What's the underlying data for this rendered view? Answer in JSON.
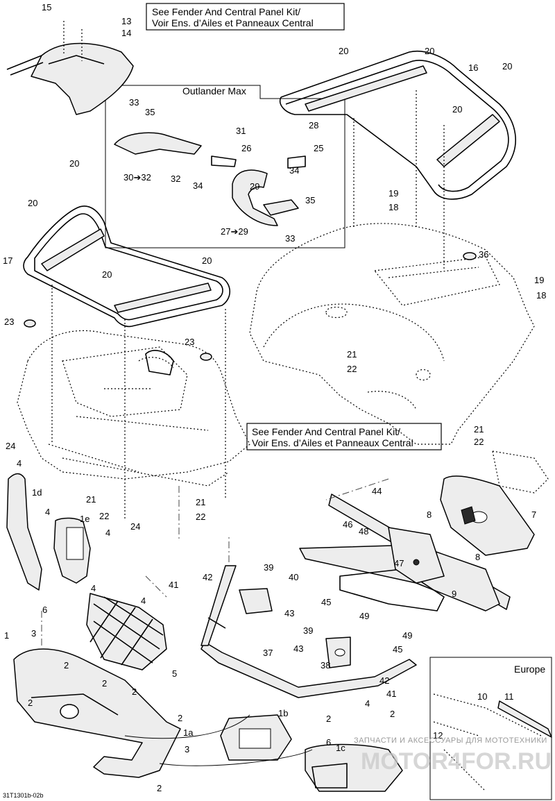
{
  "notes": {
    "top": [
      "See Fender And Central Panel Kit/",
      "Voir Ens. d’Ailes et Panneaux Central"
    ],
    "middle": [
      "See Fender And Central Panel Kit/",
      "Voir Ens. d’Ailes et Panneaux Central"
    ]
  },
  "insets": {
    "outlander_max": "Outlander Max",
    "europe": "Europe"
  },
  "watermark": {
    "line1": "ЗАПЧАСТИ И АКСЕССУАРЫ ДЛЯ МОТОТЕХНИКИ",
    "line2": "MOTOR4FOR.RU"
  },
  "drawing_code": "31T1301b-02b",
  "labels": [
    "15",
    "13",
    "14",
    "20",
    "20",
    "16",
    "20",
    "20",
    "33",
    "35",
    "31",
    "28",
    "26",
    "25",
    "30➔32",
    "32",
    "34",
    "34",
    "29",
    "35",
    "27➔29",
    "33",
    "20",
    "20",
    "17",
    "20",
    "20",
    "19",
    "18",
    "36",
    "19",
    "18",
    "23",
    "23",
    "21",
    "22",
    "21",
    "22",
    "24",
    "4",
    "1d",
    "21",
    "22",
    "24",
    "21",
    "22",
    "4",
    "1e",
    "4",
    "6",
    "44",
    "46",
    "48",
    "8",
    "7",
    "8",
    "47",
    "9",
    "4",
    "4",
    "39",
    "40",
    "41",
    "42",
    "43",
    "45",
    "49",
    "39",
    "43",
    "38",
    "49",
    "45",
    "1",
    "3",
    "5",
    "37",
    "42",
    "41",
    "2",
    "2",
    "2",
    "2",
    "2",
    "1b",
    "2",
    "1a",
    "3",
    "2",
    "6",
    "1c",
    "4",
    "2",
    "10",
    "11",
    "12"
  ]
}
